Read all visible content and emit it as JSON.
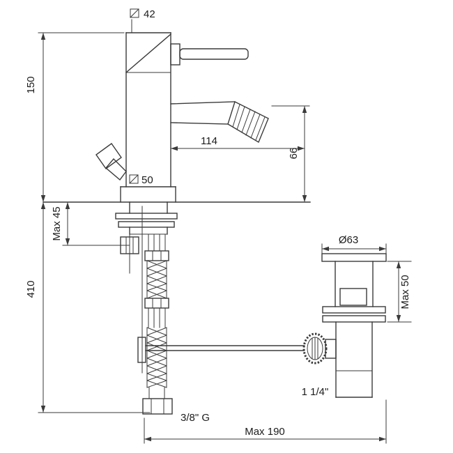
{
  "page": {
    "background": "#ffffff",
    "line_color": "#3a3a3a",
    "text_color": "#1c1c1c"
  },
  "drawing": {
    "name": "Bidet mixer tap with pop-up waste - dimensional drawing",
    "labels": {
      "body_section": "42",
      "body_height": "150",
      "spout_reach": "114",
      "spout_height": "66",
      "base_section": "50",
      "deck_thickness": "Max 45",
      "total_height": "410",
      "waste_flange_diameter": "Ø63",
      "waste_depth": "Max 50",
      "waste_thread": "1 1/4\"",
      "supply_thread": "3/8\" G",
      "centre_distance": "Max 190"
    }
  }
}
